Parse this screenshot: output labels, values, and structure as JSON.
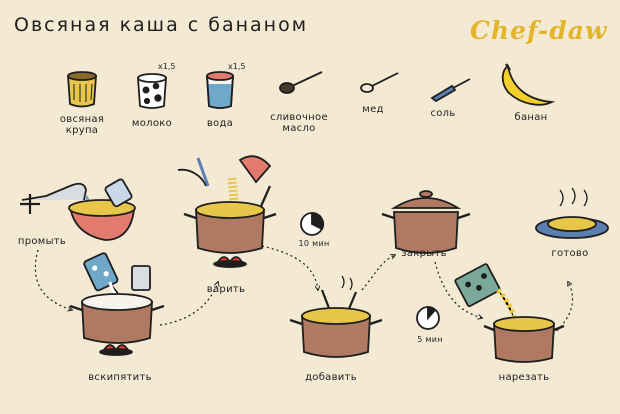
{
  "title": "Овсяная каша с бананом",
  "brand": "Chef-daw",
  "ingredients": [
    {
      "label1": "овсяная",
      "label2": "крупа",
      "icon": "oat-jar-icon"
    },
    {
      "label1": "молоко",
      "label2": "",
      "icon": "milk-carton-icon",
      "mult": "x1,5"
    },
    {
      "label1": "вода",
      "label2": "",
      "icon": "water-glass-icon",
      "mult": "x1,5"
    },
    {
      "label1": "сливочное",
      "label2": "масло",
      "icon": "butter-spoon-icon"
    },
    {
      "label1": "мед",
      "label2": "",
      "icon": "honey-spoon-icon"
    },
    {
      "label1": "соль",
      "label2": "",
      "icon": "salt-knife-icon"
    },
    {
      "label1": "банан",
      "label2": "",
      "icon": "banana-icon"
    }
  ],
  "steps": [
    {
      "label": "промыть",
      "icon": "wash-oats-icon"
    },
    {
      "label": "вскипятить",
      "icon": "boil-pot-icon"
    },
    {
      "label": "варить",
      "icon": "cook-pot-icon"
    },
    {
      "label": "добавить",
      "icon": "add-pot-icon"
    },
    {
      "label": "закрыть",
      "icon": "closed-pot-icon"
    },
    {
      "label": "нарезать",
      "icon": "slice-banana-icon"
    },
    {
      "label": "готово",
      "icon": "ready-plate-icon"
    }
  ],
  "timers": [
    {
      "label": "10 мин",
      "icon": "timer-10-icon"
    },
    {
      "label": "5 мин",
      "icon": "timer-5-icon"
    }
  ],
  "colors": {
    "background": "#f4ead4",
    "pot": "#b07a62",
    "oats": "#e8c64a",
    "banana": "#f2cf2a",
    "flame": "#e0392b",
    "brand": "#e2b52a"
  }
}
